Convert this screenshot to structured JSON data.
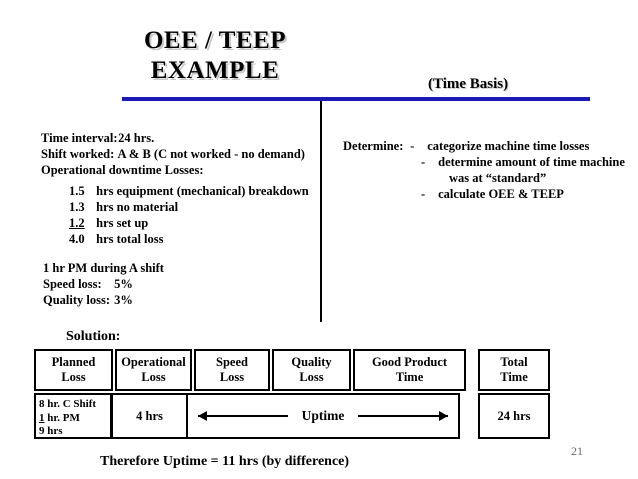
{
  "slide": {
    "title_line1": "OEE / TEEP",
    "title_line2": "EXAMPLE",
    "title_suffix": "(Time Basis)",
    "page_number": "21",
    "accent_color": "#1a1ab4",
    "footer_note": "Therefore Uptime  =  11 hrs  (by difference)"
  },
  "given": {
    "time_interval_label": "Time interval:",
    "time_interval_value": "24 hrs.",
    "shift_worked_label": "Shift worked:",
    "shift_worked_value": "A & B (C not worked - no demand)",
    "downtime_heading": "Operational downtime Losses:",
    "losses": [
      {
        "value": "1.5",
        "unit": "hrs",
        "text": "equipment (mechanical) breakdown",
        "underlined": false
      },
      {
        "value": "1.3",
        "unit": "hrs",
        "text": "no material",
        "underlined": false
      },
      {
        "value": "1.2",
        "unit": "hrs",
        "text": "set up",
        "underlined": true
      },
      {
        "value": "4.0",
        "unit": "hrs",
        "text": "total loss",
        "underlined": false
      }
    ],
    "pm_note": "1 hr PM during A shift",
    "speed_loss_label": "Speed loss:",
    "speed_loss_value": "5%",
    "quality_loss_label": "Quality loss:",
    "quality_loss_value": "3%"
  },
  "determine": {
    "heading": "Determine:",
    "dash": "-",
    "items": [
      {
        "line1": "categorize machine time losses",
        "line2": ""
      },
      {
        "line1": "determine amount of time machine",
        "line2": "was at “standard”"
      },
      {
        "line1": "calculate OEE &  TEEP",
        "line2": ""
      }
    ]
  },
  "solution": {
    "label": "Solution:",
    "columns": [
      {
        "line1": "Planned",
        "line2": "Loss"
      },
      {
        "line1": "Operational",
        "line2": "Loss"
      },
      {
        "line1": "Speed",
        "line2": "Loss"
      },
      {
        "line1": "Quality",
        "line2": "Loss"
      },
      {
        "line1": "Good Product",
        "line2": "Time"
      }
    ],
    "planned_cell": {
      "line1": "8 hr. C Shift",
      "line2_underlined": "1",
      "line2_rest": " hr. PM",
      "line3": "9 hrs"
    },
    "operational_cell": "4  hrs",
    "uptime_label": "Uptime",
    "total": {
      "header_line1": "Total",
      "header_line2": "Time",
      "value": "24  hrs"
    }
  }
}
